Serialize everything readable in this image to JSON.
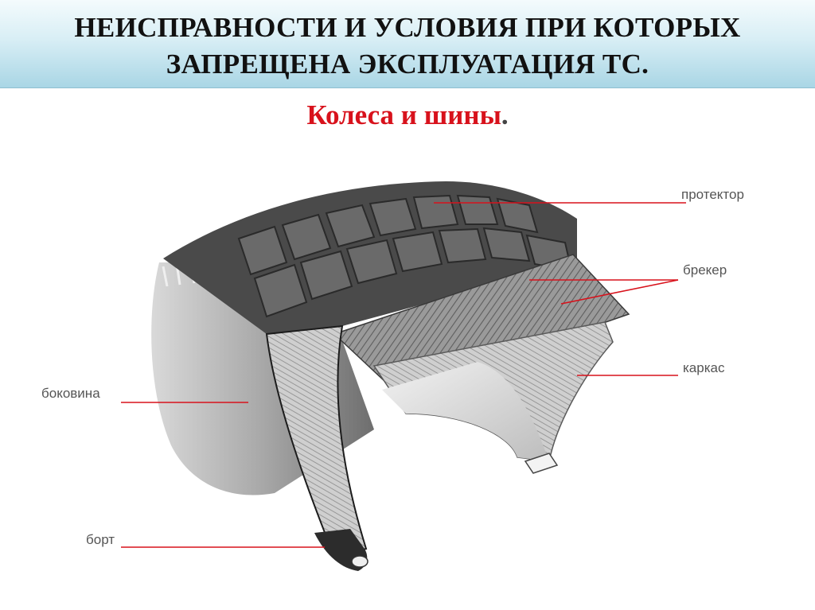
{
  "header": {
    "title_line1": "НЕИСПРАВНОСТИ И УСЛОВИЯ ПРИ КОТОРЫХ",
    "title_line2": "ЗАПРЕЩЕНА ЭКСПЛУАТАЦИЯ ТС."
  },
  "section": {
    "subtitle": "Колеса и шины",
    "subtitle_dot": "."
  },
  "diagram": {
    "labels": {
      "protector": "протектор",
      "breaker": "брекер",
      "carcass": "каркас",
      "sidewall": "боковина",
      "bead": "борт"
    },
    "leader_color": "#d8121c"
  }
}
